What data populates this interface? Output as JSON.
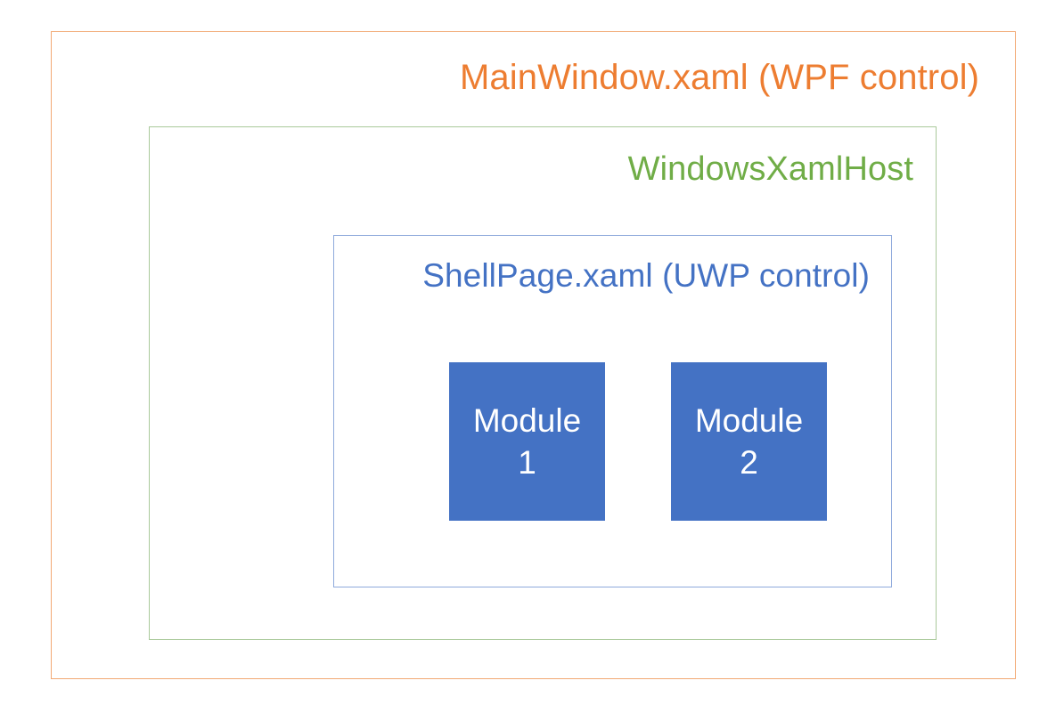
{
  "diagram": {
    "type": "nested-containers",
    "background_color": "#FFFFFF",
    "containers": [
      {
        "id": "mainwindow",
        "label": "MainWindow.xaml (WPF control)",
        "text_color": "#ED7D31",
        "border_color": "#F2A974",
        "fill_color": "#FFFFFF"
      },
      {
        "id": "windowsxamlhost",
        "label": "WindowsXamlHost",
        "text_color": "#70AD47",
        "border_color": "#A9C99A",
        "fill_color": "#FFFFFF"
      },
      {
        "id": "shellpage",
        "label": "ShellPage.xaml (UWP control)",
        "text_color": "#4472C4",
        "border_color": "#8FAADC",
        "fill_color": "#FFFFFF"
      }
    ],
    "modules": [
      {
        "id": "module-1",
        "line1": "Module",
        "line2": "1",
        "fill_color": "#4472C4",
        "text_color": "#FFFFFF"
      },
      {
        "id": "module-2",
        "line1": "Module",
        "line2": "2",
        "fill_color": "#4472C4",
        "text_color": "#FFFFFF"
      }
    ]
  }
}
